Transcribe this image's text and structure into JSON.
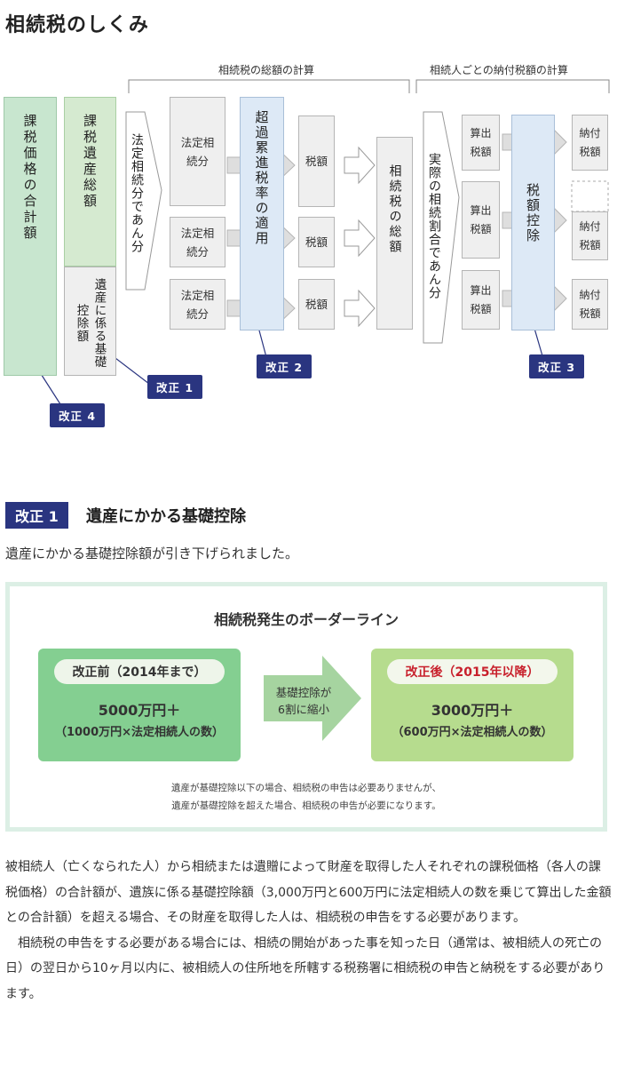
{
  "title": "相続税のしくみ",
  "diagram": {
    "bracket_total": "相続税の総額の計算",
    "bracket_each": "相続人ごとの納付税額の計算",
    "taxable_total": "課税価格の合計額",
    "estate_total": "課税遺産総額",
    "basic_deduction": "遺産に係る基礎控除額",
    "split_legal": "法定相続分であん分",
    "legal_share": "法定相続分",
    "progressive": "超過累進税率の適用",
    "tax_amount": "税額",
    "tax_total": "相続税の総額",
    "split_actual": "実際の相続割合であん分",
    "computed_tax": "算出税額",
    "tax_credit": "税額控除",
    "payable_tax": "納付税額",
    "badge1": "改正 1",
    "badge2": "改正 2",
    "badge3": "改正 3",
    "badge4": "改正 4"
  },
  "section": {
    "badge": "改正 1",
    "title": "遺産にかかる基礎控除",
    "intro": "遺産にかかる基礎控除額が引き下げられました。",
    "box_title": "相続税発生のボーダーライン",
    "before": {
      "pill": "改正前（2014年まで）",
      "amount": "5000万円＋",
      "sub": "（1000万円×法定相続人の数）"
    },
    "arrow_line1": "基礎控除が",
    "arrow_line2": "6割に縮小",
    "after": {
      "pill": "改正後（2015年以降）",
      "amount": "3000万円＋",
      "sub": "（600万円×法定相続人の数）"
    },
    "note1": "遺産が基礎控除以下の場合、相続税の申告は必要ありませんが、",
    "note2": "遺産が基礎控除を超えた場合、相続税の申告が必要になります。"
  },
  "body": {
    "para1": "被相続人（亡くなられた人）から相続または遺贈によって財産を取得した人それぞれの課税価格（各人の課税価格）の合計額が、遺族に係る基礎控除額（3,000万円と600万円に法定相続人の数を乗じて算出した金額との合計額）を超える場合、その財産を取得した人は、相続税の申告をする必要があります。",
    "para2": "相続税の申告をする必要がある場合には、相続の開始があった事を知った日（通常は、被相続人の死亡の日）の翌日から10ヶ月以内に、被相続人の住所地を所轄する税務署に相続税の申告と納税をする必要があります。"
  },
  "colors": {
    "navy": "#2a3580",
    "green_light": "#c8e6cf",
    "green_mid": "#d5ead0",
    "blue_light": "#dde9f6",
    "card_before": "#84cf91",
    "card_after": "#b6dc8e",
    "arrow_green": "#a6d4a0",
    "red": "#c8202c"
  }
}
